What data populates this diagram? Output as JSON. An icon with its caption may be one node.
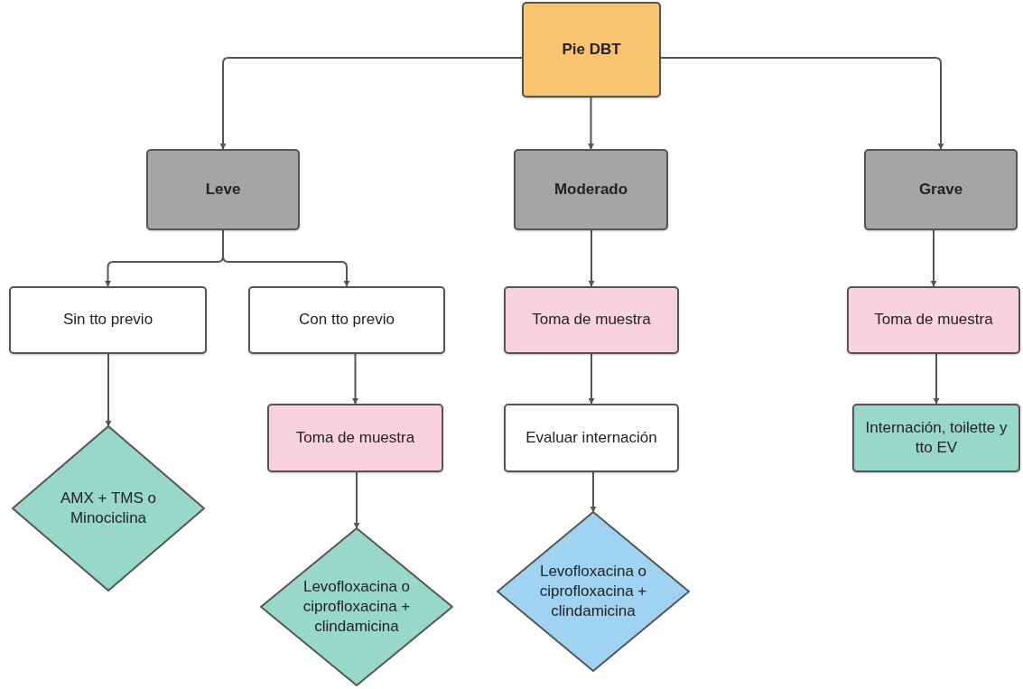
{
  "diagram": {
    "nodes": [
      {
        "text": [
          "Pie DBT"
        ]
      },
      {
        "text": [
          "Leve"
        ]
      },
      {
        "text": [
          "Moderado"
        ]
      },
      {
        "text": [
          "Grave"
        ]
      },
      {
        "text": [
          "Sin tto previo"
        ]
      },
      {
        "text": [
          "Con tto previo"
        ]
      },
      {
        "text": [
          "Toma de muestra"
        ]
      },
      {
        "text": [
          "Toma de muestra"
        ]
      },
      {
        "text": [
          "AMX + TMS o Minociclina"
        ]
      },
      {
        "text": [
          "Toma de muestra"
        ]
      },
      {
        "text": [
          "Evaluar internación"
        ]
      },
      {
        "text": [
          "Internación, toilette y tto EV"
        ]
      },
      {
        "text": [
          "Levofloxacina o ciprofloxacina + clindamicina"
        ]
      },
      {
        "text": [
          "Levofloxacina o ciprofloxacina + clindamicina"
        ]
      }
    ],
    "edges": [
      {
        "from": 0,
        "to": 1,
        "arrow": "to"
      },
      {
        "from": 0,
        "to": 2,
        "arrow": "to"
      },
      {
        "from": 0,
        "to": 3,
        "arrow": "to"
      },
      {
        "from": 1,
        "to": 4,
        "arrow": "to"
      },
      {
        "from": 1,
        "to": 5,
        "arrow": "to"
      },
      {
        "from": 2,
        "to": 6,
        "arrow": "to"
      },
      {
        "from": 3,
        "to": 7,
        "arrow": "to"
      },
      {
        "from": 4,
        "to": 8,
        "arrow": "to"
      },
      {
        "from": 5,
        "to": 9,
        "arrow": "to"
      },
      {
        "from": 6,
        "to": 10,
        "arrow": "to"
      },
      {
        "from": 7,
        "to": 11,
        "arrow": "to"
      },
      {
        "from": 9,
        "to": 12,
        "arrow": "to"
      },
      {
        "from": 10,
        "to": 13,
        "arrow": "to"
      }
    ]
  }
}
